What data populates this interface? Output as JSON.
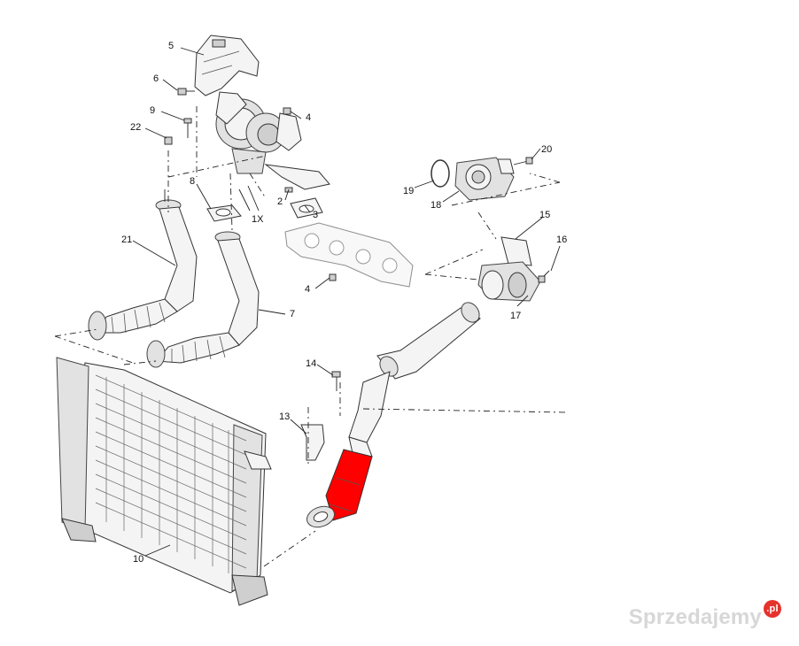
{
  "diagram": {
    "callouts": {
      "c5": "5",
      "c6": "6",
      "c9": "9",
      "c22": "22",
      "c4a": "4",
      "c8": "8",
      "c1x": "1X",
      "c2": "2",
      "c3": "3",
      "c4b": "4",
      "c20": "20",
      "c19": "19",
      "c18": "18",
      "c15": "15",
      "c16": "16",
      "c17": "17",
      "c21": "21",
      "c7": "7",
      "c14": "14",
      "c13": "13",
      "c10": "10"
    },
    "highlight_color": "#ff0000"
  },
  "watermark": {
    "text": "Sprzedajemy",
    "badge": ".pl"
  }
}
